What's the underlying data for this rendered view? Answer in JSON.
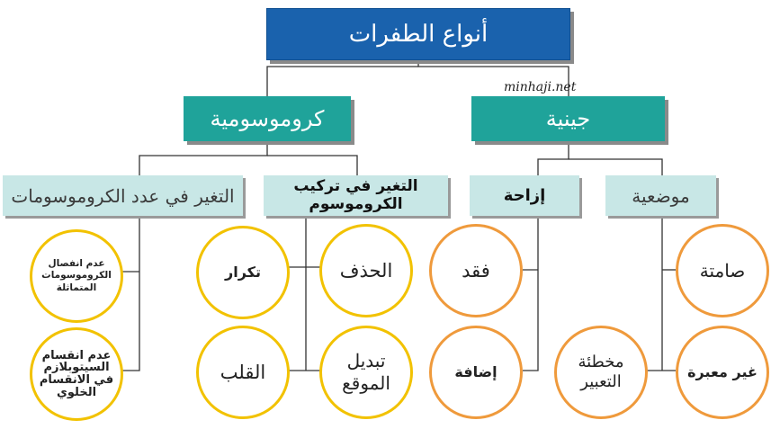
{
  "title": "أنواع الطفرات",
  "watermark": "minhaji.net",
  "categories": {
    "chromosomal": "كروموسومية",
    "genetic": "جينية"
  },
  "subcategories": {
    "number_change": "التغير في عدد الكروموسومات",
    "structure_change": "التغير في تركيب الكروموسوم",
    "frameshift": "إزاحة",
    "point": "موضعية"
  },
  "leaves": {
    "nondisjunction": "عدم انفصال الكروموسومات المتماثلة",
    "no_cytokinesis": "عدم انقسام السيتوبلازم في الانقسام الخلوي",
    "duplication": "تكرار",
    "deletion": "الحذف",
    "inversion": "القلب",
    "translocation": "تبديل الموقع",
    "loss": "فقد",
    "insertion": "إضافة",
    "silent": "صامتة",
    "missense": "مخطئة التعبير",
    "nonsense": "غير معبرة"
  },
  "colors": {
    "root": "#1a62ad",
    "level1": "#1fa39a",
    "level2": "#c8e7e6",
    "circle_yellow": "#f2c200",
    "circle_orange": "#ef9a3c"
  }
}
